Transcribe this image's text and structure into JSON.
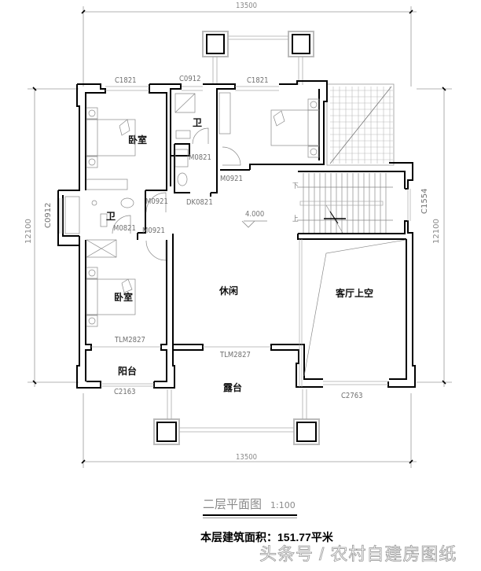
{
  "drawing": {
    "title": "二层平面图",
    "scale": "1:100",
    "area_label": "本层建筑面积：151.77平米",
    "watermark": "头条号 / 农村自建房图纸",
    "elevation_mark": "4.000"
  },
  "dimensions": {
    "top_width": "13500",
    "bottom_width": "13500",
    "left_height": "12100",
    "right_height": "12100"
  },
  "rooms": {
    "bedroom_top": "卧室",
    "bathroom_top": "卫",
    "bathroom_left": "卫",
    "bedroom_bottom": "卧室",
    "lounge": "休闲",
    "living_void": "客厅上空",
    "balcony": "阳台",
    "terrace": "露台"
  },
  "stairs": {
    "down": "下",
    "up": "上"
  },
  "openings": {
    "window_c1821_left": "C1821",
    "window_c0912_top": "C0912",
    "window_c1821_right": "C1821",
    "window_c0912_left": "C0912",
    "window_c1554": "C1554",
    "window_c2163": "C2163",
    "window_c2763": "C2763",
    "door_m0821_top": "M0821",
    "door_m0921_right": "M0921",
    "door_m0921_bedroom": "M0921",
    "door_dk0821": "DK0821",
    "door_m0821_left": "M0821",
    "door_m0921_lower": "M0921",
    "door_tlm2827_bedroom": "TLM2827",
    "door_tlm2827_lounge": "TLM2827"
  }
}
